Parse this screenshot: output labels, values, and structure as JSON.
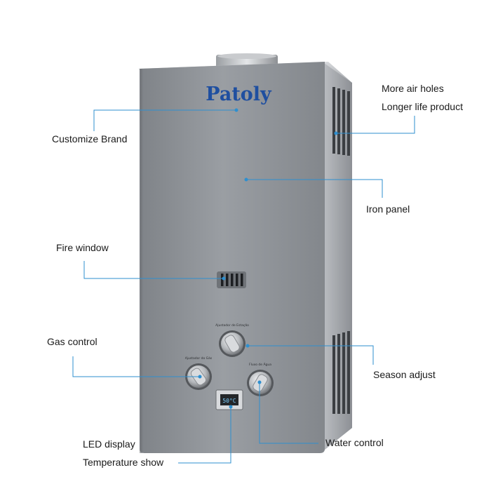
{
  "brand": {
    "logo_text": "Patoly"
  },
  "callouts": {
    "customize_brand": "Customize Brand",
    "fire_window": "Fire window",
    "gas_control": "Gas control",
    "led_display": "LED display",
    "temperature_show": "Temperature show",
    "more_air_holes": "More air holes",
    "longer_life": "Longer life product",
    "iron_panel": "Iron panel",
    "season_adjust": "Season adjust",
    "water_control": "Water control"
  },
  "display": {
    "reading": "50°C"
  },
  "colors": {
    "leader_line": "#2e8fcf",
    "panel": "#8e9297",
    "logo": "#1f4fa0",
    "background": "#ffffff"
  }
}
